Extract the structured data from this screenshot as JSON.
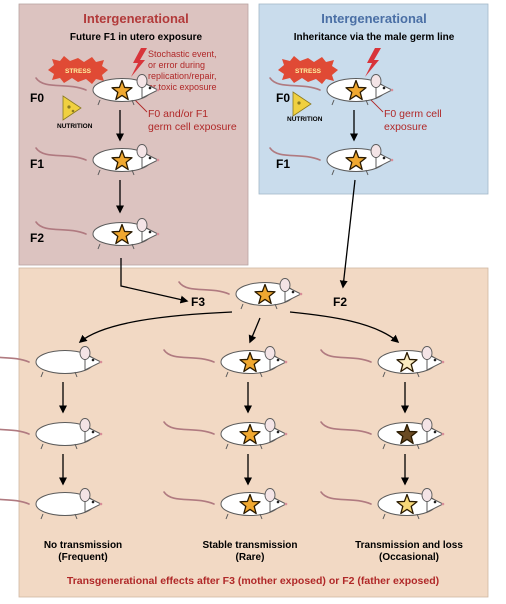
{
  "panels": {
    "left": {
      "title": "Intergenerational",
      "subtitle": "Future F1 in utero exposure",
      "annotation_lines": [
        "Stochastic event,",
        "or error during",
        "replication/repair,",
        "or toxic exposure"
      ],
      "exposure_lines": [
        "F0 and/or F1",
        "germ cell exposure"
      ],
      "generations": [
        "F0",
        "F1",
        "F2"
      ]
    },
    "right": {
      "title": "Intergenerational",
      "subtitle": "Inheritance via the male germ line",
      "exposure_lines": [
        "F0 germ cell",
        "exposure"
      ],
      "generations": [
        "F0",
        "F1"
      ]
    },
    "bottom": {
      "merge_labels": {
        "f3": "F3",
        "f2": "F2"
      },
      "columns": [
        {
          "label_line1": "No transmission",
          "label_line2": "(Frequent)"
        },
        {
          "label_line1": "Stable transmission",
          "label_line2": "(Rare)"
        },
        {
          "label_line1": "Transmission and loss",
          "label_line2": "(Occasional)"
        }
      ],
      "footer": "Transgenerational effects after F3 (mother exposed) or F2 (father exposed)"
    }
  },
  "badges": {
    "stress": "STRESS",
    "nutrition": "NUTRITION"
  },
  "colors": {
    "left_panel": "#dcc3c0",
    "right_panel": "#c9dcec",
    "bottom_panel": "#f2d9c4",
    "title_red": "#b23a3a",
    "title_blue": "#4a6fa5",
    "annotation_red": "#b02828",
    "footer_red": "#b02828",
    "star_gold": "#f0a830",
    "star_dark": "#6a4a22",
    "star_light": "#f6d878",
    "star_pale": "#fbecc0"
  }
}
